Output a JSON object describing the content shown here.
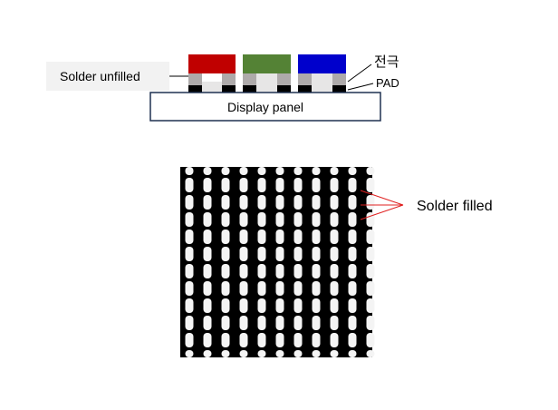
{
  "labels": {
    "solder_unfilled": "Solder unfilled",
    "electrode": "전극",
    "pad": "PAD",
    "display_panel": "Display panel",
    "solder_filled": "Solder filled"
  },
  "colors": {
    "red_subpixel": "#c00000",
    "green_subpixel": "#548235",
    "blue_subpixel": "#0000cc",
    "electrode_gray": "#aeaaaa",
    "solder_light": "#e7e6e6",
    "pad_black": "#000000",
    "panel_border": "#1f3050",
    "callout_red": "#e02020"
  },
  "micrograph": {
    "columns": 11,
    "rows": 11
  }
}
